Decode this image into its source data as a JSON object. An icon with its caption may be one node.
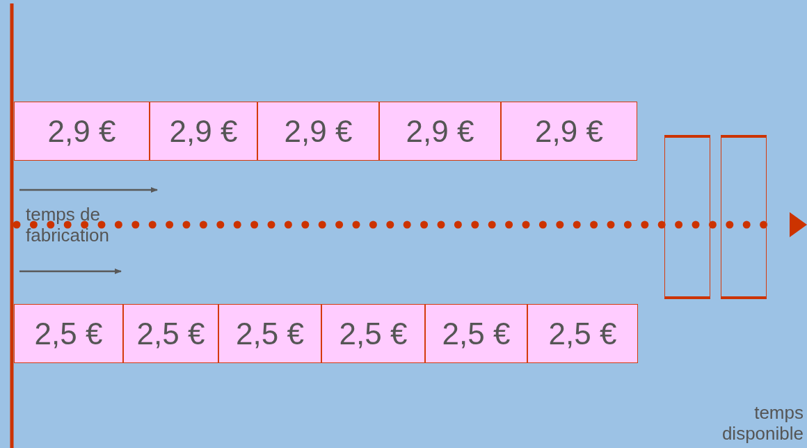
{
  "diagram": {
    "nodes": [
      {
        "text": [
          "2,9 €"
        ]
      },
      {
        "text": [
          "2,9 €"
        ]
      },
      {
        "text": [
          "2,9 €"
        ]
      },
      {
        "text": [
          "2,9 €"
        ]
      },
      {
        "text": [
          "2,9 €"
        ]
      },
      {
        "text": [
          "2,5 €"
        ]
      },
      {
        "text": [
          "2,5 €"
        ]
      },
      {
        "text": [
          "2,5 €"
        ]
      },
      {
        "text": [
          "2,5 €"
        ]
      },
      {
        "text": [
          "2,5 €"
        ]
      },
      {
        "text": [
          "2,5 €"
        ]
      },
      {
        "text": [],
        "shape": "box"
      },
      {
        "text": [],
        "shape": "box"
      }
    ],
    "labels": [
      "temps de fabrication",
      "temps disponible"
    ]
  }
}
